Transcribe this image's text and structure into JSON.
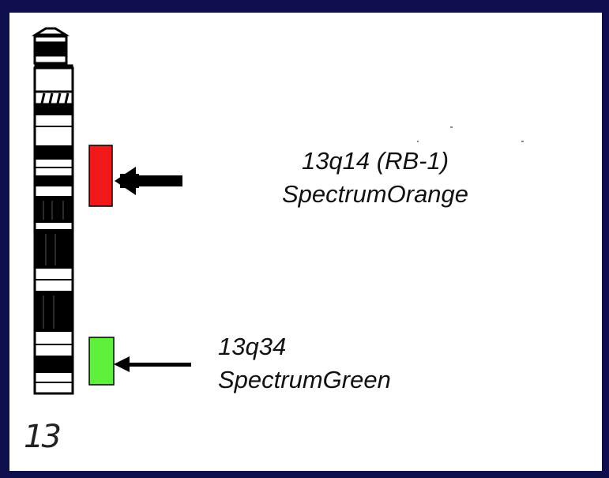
{
  "slide": {
    "background": "#0f0f4e",
    "panel_background": "#ffffff"
  },
  "chromosome": {
    "number": "13"
  },
  "probes": [
    {
      "locus": "13q14 (RB-1)",
      "fluorophore": "SpectrumOrange",
      "color": "#f01818"
    },
    {
      "locus": "13q34",
      "fluorophore": "SpectrumGreen",
      "color": "#5ef03a"
    }
  ]
}
